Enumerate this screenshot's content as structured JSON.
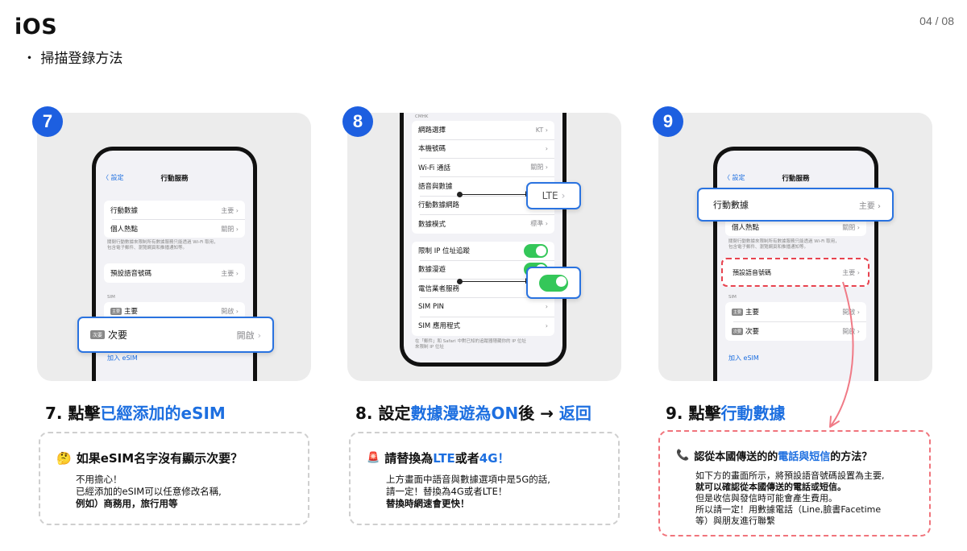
{
  "header": {
    "title": "iOS",
    "subtitle": "・ 掃描登錄方法",
    "page": "04 / 08"
  },
  "colors": {
    "accent": "#1d6fe0",
    "badge": "#1d5fe0",
    "toggle_on": "#34c759",
    "warn_border": "#f0747c"
  },
  "step7": {
    "badge": "7",
    "nav_back": "〈 設定",
    "nav_title": "行動服務",
    "row_data": "行動數據",
    "row_data_val": "主要 ›",
    "row_hotspot": "個人熱點",
    "row_hotspot_val": "關閉 ›",
    "footnote1": "關閉行動數據來限制所有數據服務只能透過 Wi-Fi 取用，",
    "footnote2": "包含電子郵件、瀏覽網頁和推播通知等。",
    "row_default_voice": "預設語音號碼",
    "row_default_voice_val": "主要 ›",
    "sim_label": "SIM",
    "row_primary_tag": "主要",
    "row_primary": "主要",
    "row_primary_val": "開啟 ›",
    "hl_tag": "次要",
    "hl_label": "次要",
    "hl_val": "開啟",
    "add_esim": "加入 eSIM",
    "caption_num": "7. 點擊",
    "caption_hl": "已經添加的eSIM",
    "note_emoji": "🤔",
    "note_title": "如果eSIM名字沒有顯示次要？",
    "note_line1": "不用擔心！",
    "note_line2": "已經添加的eSIM可以任意修改名稱,",
    "note_line3": "例如）商務用，旅行用等"
  },
  "step8": {
    "badge": "8",
    "carrier": "CMHK",
    "rows": [
      {
        "label": "網路選擇",
        "val": "KT ›"
      },
      {
        "label": "本機號碼",
        "val": "›"
      },
      {
        "label": "Wi-Fi 通話",
        "val": "關閉 ›"
      },
      {
        "label": "語音與數據",
        "val": "›"
      },
      {
        "label": "行動數據網路",
        "val": "›"
      },
      {
        "label": "數據模式",
        "val": "標準 ›"
      }
    ],
    "rows2": [
      {
        "label": "限制 IP 位址追蹤",
        "val": ""
      },
      {
        "label": "數據漫遊",
        "val": ""
      },
      {
        "label": "電信業者服務",
        "val": "›"
      },
      {
        "label": "SIM PIN",
        "val": "›"
      },
      {
        "label": "SIM 應用程式",
        "val": "›"
      }
    ],
    "footnote1": "在「郵件」和 Safari 中對已知的追蹤器隱藏你的 IP 位址",
    "footnote2": "來限制 IP 位址",
    "lte_callout": "LTE",
    "caption_num": "8. 設定",
    "caption_hl": "數據漫遊為ON",
    "caption_mid": "後 → ",
    "caption_hl2": "返回",
    "note_emoji": "🚨",
    "note_title_a": "請替換為",
    "note_title_b": "LTE",
    "note_title_c": "或者",
    "note_title_d": "4G！",
    "note_line1": "上方畫面中語音與數據選項中是5G的話,",
    "note_line2": "請一定！替換為4G或者LTE！",
    "note_line3": "替換時網速會更快！"
  },
  "step9": {
    "badge": "9",
    "nav_back": "〈 設定",
    "nav_title": "行動服務",
    "hl_label": "行動數據",
    "hl_val": "主要 ›",
    "row_hotspot": "個人熱點",
    "row_hotspot_val": "關閉 ›",
    "footnote1": "關閉行動數據來限制所有數據服務只能透過 Wi-Fi 取用，",
    "footnote2": "包含電子郵件、瀏覽網頁和推播通知等。",
    "dashed_label": "預設語音號碼",
    "dashed_val": "主要 ›",
    "sim_label": "SIM",
    "row_primary_tag": "主要",
    "row_primary": "主要",
    "row_primary_val": "開啟 ›",
    "row_secondary_tag": "次要",
    "row_secondary": "次要",
    "row_secondary_val": "開啟 ›",
    "add_esim": "加入 eSIM",
    "caption_num": "9. 點擊",
    "caption_hl": "行動數據",
    "note_icon": "📞",
    "note_title_a": "認從本國傳送的的",
    "note_title_b": "電話與短信",
    "note_title_c": "的方法？",
    "note_line1": "如下方的畫面所示，將預設語音號碼設置為主要,",
    "note_line2": "就可以確認從本國傳送的電話或短信。",
    "note_line3": "但是收信與發信時可能會產生費用。",
    "note_line4": "所以請一定！用數據電話（Line,臉書Facetime",
    "note_line5": "等）與朋友進行聯繫"
  }
}
